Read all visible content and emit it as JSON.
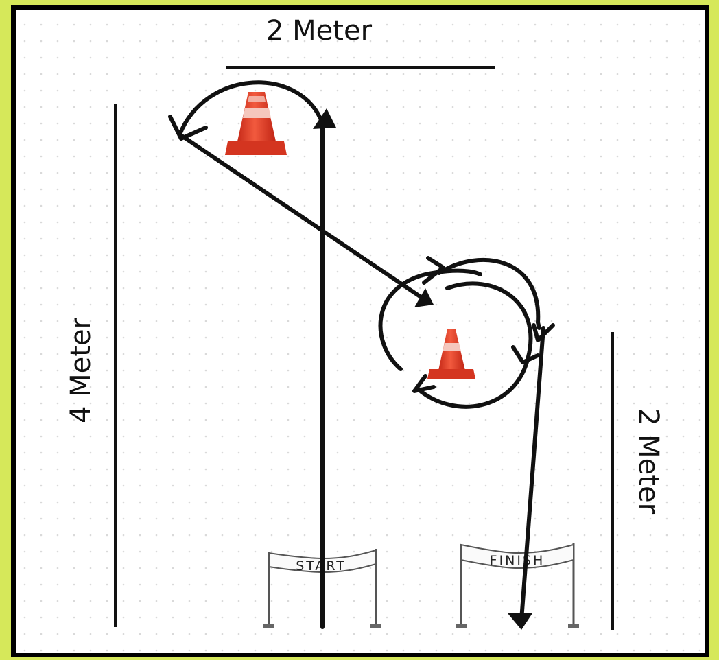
{
  "labels": {
    "top_width": "2 Meter",
    "left_height": "4 Meter",
    "right_height": "2 Meter"
  },
  "gates": {
    "start": "START",
    "finish": "FINISH"
  },
  "colors": {
    "frame": "#d6e85a",
    "border": "#000000",
    "canvas": "#ffffff",
    "cone": "#e8402a",
    "stroke": "#111111"
  },
  "icons": [
    "traffic-cone-icon",
    "start-banner-icon",
    "finish-banner-icon"
  ]
}
